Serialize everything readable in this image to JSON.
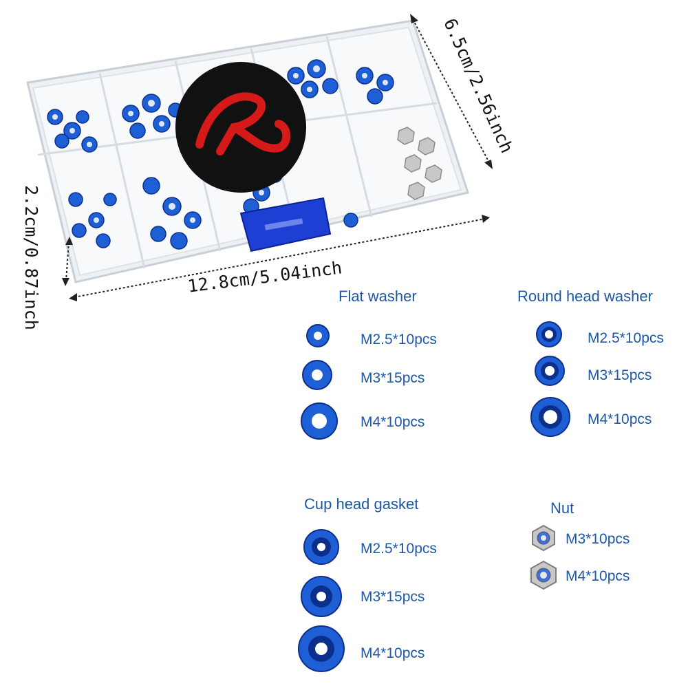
{
  "dimensions": {
    "height": "6.5cm/2.56inch",
    "width": "12.8cm/5.04inch",
    "depth": "2.2cm/0.87inch"
  },
  "colors": {
    "washer_blue": "#1f5fd6",
    "washer_dark": "#0b2f8a",
    "heading_blue": "#1d57a8",
    "nut_silver": "#c8c8c8",
    "logo_red": "#d61a1a"
  },
  "sections": {
    "flat_washer": {
      "title": "Flat washer",
      "items": [
        "M2.5*10pcs",
        "M3*15pcs",
        "M4*10pcs"
      ]
    },
    "round_head_washer": {
      "title": "Round head washer",
      "items": [
        "M2.5*10pcs",
        "M3*15pcs",
        "M4*10pcs"
      ]
    },
    "cup_head_gasket": {
      "title": "Cup head gasket",
      "items": [
        "M2.5*10pcs",
        "M3*15pcs",
        "M4*10pcs"
      ]
    },
    "nut": {
      "title": "Nut",
      "items": [
        "M3*10pcs",
        "M4*10pcs"
      ]
    }
  }
}
